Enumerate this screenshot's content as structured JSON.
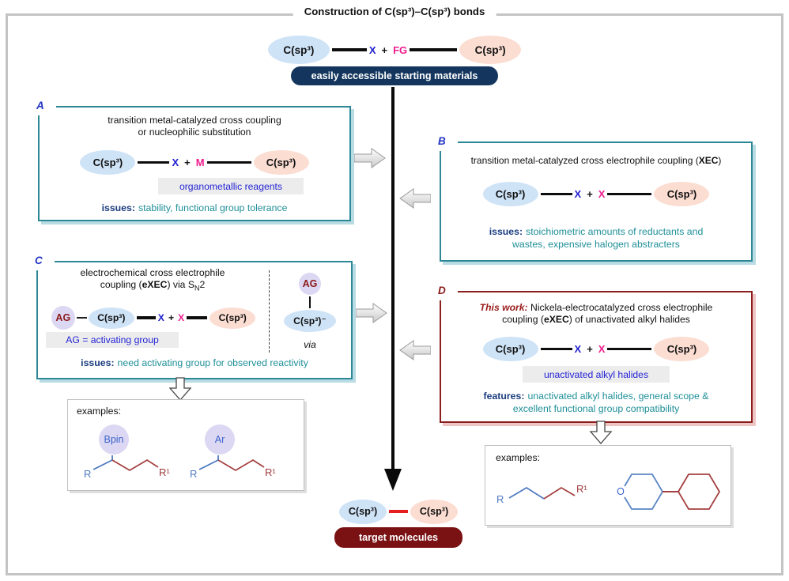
{
  "title": "Construction of C(sp³)–C(sp³) bonds",
  "top": {
    "left_ellipse": "C(sp³)",
    "x": "X",
    "plus": "+",
    "fg": "FG",
    "right_ellipse": "C(sp³)",
    "pill": "easily accessible starting materials"
  },
  "panels": {
    "a": {
      "label": "A",
      "title_line1": "transition metal-catalyzed cross coupling",
      "title_line2": "or nucleophilic substitution",
      "left_ellipse": "C(sp³)",
      "x": "X",
      "plus": "+",
      "m": "M",
      "right_ellipse": "C(sp³)",
      "tag": "organometallic reagents",
      "issues_label": "issues:",
      "issues_text": "stability, functional group tolerance"
    },
    "b": {
      "label": "B",
      "title_pre": "transition metal-catalyzed cross electrophile coupling (",
      "title_bold": "XEC",
      "title_post": ")",
      "left_ellipse": "C(sp³)",
      "x1": "X",
      "plus": "+",
      "x2": "X",
      "right_ellipse": "C(sp³)",
      "issues_label": "issues:",
      "issues_line1": "stoichiometric amounts of reductants and",
      "issues_line2": "wastes, expensive halogen abstracters"
    },
    "c": {
      "label": "C",
      "title_line1": "electrochemical cross electrophile",
      "title_line2_pre": "coupling (",
      "title_line2_bold": "eXEC",
      "title_line2_mid": ") via S",
      "title_line2_sub": "N",
      "title_line2_end": "2",
      "ag": "AG",
      "left_ellipse": "C(sp³)",
      "x1": "X",
      "plus": "+",
      "x2": "X",
      "right_ellipse": "C(sp³)",
      "tag": "AG = activating group",
      "via_ag": "AG",
      "via_anion": "C(sp³)⁻",
      "via_label": "via",
      "issues_label": "issues:",
      "issues_text": "need activating group for observed reactivity"
    },
    "d": {
      "label": "D",
      "title_em": "This work:",
      "title_rest": " Nickela-electrocatalyzed cross electrophile",
      "title_line2_pre": "coupling (",
      "title_line2_bold": "eXEC",
      "title_line2_post": ") of unactivated alkyl halides",
      "left_ellipse": "C(sp³)",
      "x1": "X",
      "plus": "+",
      "x2": "X",
      "right_ellipse": "C(sp³)",
      "tag": "unactivated alkyl halides",
      "features_label": "features:",
      "features_line1": "unactivated alkyl halides, general scope &",
      "features_line2": "excellent functional group compatibility"
    }
  },
  "examples_left": {
    "label": "examples:",
    "mol1": {
      "sub": "Bpin",
      "r": "R",
      "r1": "R¹"
    },
    "mol2": {
      "sub": "Ar",
      "r": "R",
      "r1": "R¹"
    }
  },
  "examples_right": {
    "label": "examples:",
    "chain": {
      "r": "R",
      "r1": "R¹"
    },
    "rings": {
      "o": "O"
    }
  },
  "target": {
    "left_ellipse": "C(sp³)",
    "right_ellipse": "C(sp³)",
    "pill": "target molecules"
  },
  "colors": {
    "teal_border": "#2d8896",
    "teal_shadow": "#b9dbe3",
    "red_border": "#8c1d1d",
    "red_shadow": "#efc5c4",
    "navy_pill": "#14365e",
    "maroon_pill": "#7a1214",
    "blue_ellipse": "#cfe3f7",
    "pink_ellipse": "#fbddd2",
    "lavender_circle": "#dcd7f2",
    "x_blue": "#2020cf",
    "magenta": "#ee1c8e",
    "teal_text": "#1e8f98",
    "issues_label_blue": "#1b3c7e",
    "tag_text_blue": "#2424d6",
    "chain_blue": "#4f7ac1",
    "chain_red": "#a54040",
    "target_bond_red": "#e41f1f"
  }
}
